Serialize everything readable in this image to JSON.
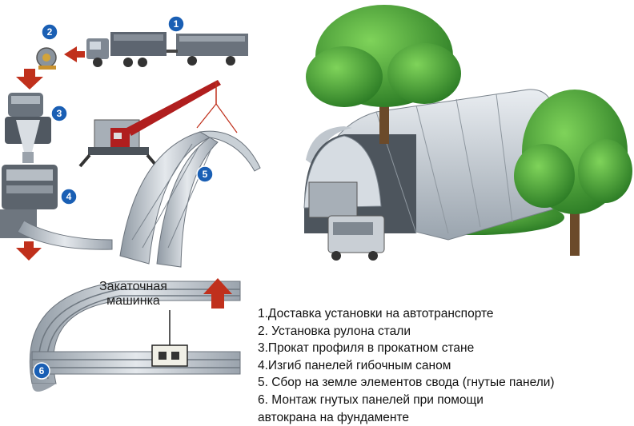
{
  "steps": [
    {
      "number": "1",
      "text": "1.Доставка установки на автотранспорте"
    },
    {
      "number": "2",
      "text": "2. Установка рулона стали"
    },
    {
      "number": "3",
      "text": "3.Прокат профиля в прокатном стане"
    },
    {
      "number": "4",
      "text": "4.Изгиб панелей гибочным саном"
    },
    {
      "number": "5",
      "text": "5. Сбор на земле элементов свода (гнутые панели)"
    },
    {
      "number": "6",
      "text": "6. Монтаж гнутых панелей  при помощи"
    },
    {
      "number": "",
      "text": "автокрана на фундаменте"
    }
  ],
  "callout": {
    "line1": "Закаточная",
    "line2": "машинка"
  },
  "colors": {
    "badge": "#1a5fb4",
    "arrow": "#c0301c",
    "crane": "#b01e1e",
    "tree": "#2e8b2e",
    "steel": "#b9c1c9"
  }
}
